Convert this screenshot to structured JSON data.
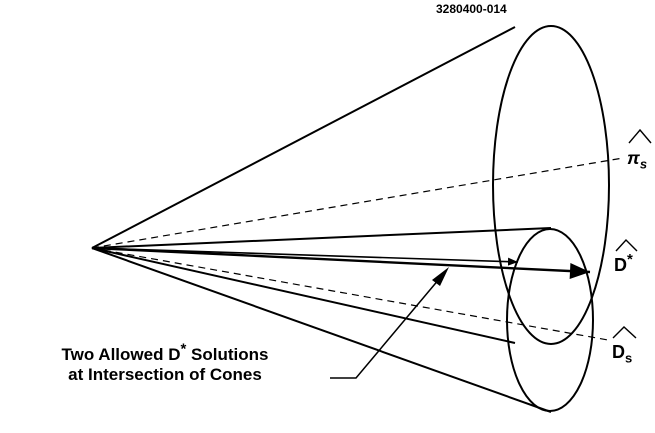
{
  "figure_id": "3280400-014",
  "callout": {
    "line1_pre": "Two Allowed D",
    "line1_sup": "*",
    "line1_post": " Solutions",
    "line2": "at Intersection of Cones"
  },
  "labels": {
    "pi_s": {
      "base": "π",
      "sub": "s"
    },
    "d_star": {
      "base": "D",
      "sup": "*"
    },
    "d_s": {
      "base": "D",
      "sub": "s"
    }
  },
  "colors": {
    "ink": "#000000",
    "background": "#ffffff"
  }
}
